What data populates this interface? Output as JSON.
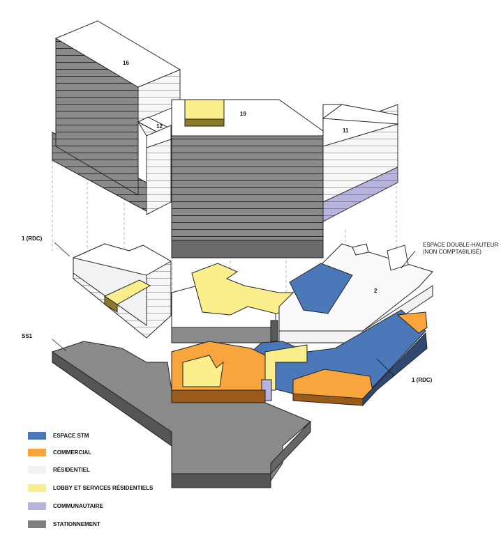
{
  "colors": {
    "stm": "#4a78b8",
    "commercial": "#f7a53c",
    "residential": "#f2f2f2",
    "lobby": "#fbef8d",
    "community": "#b6b4dd",
    "parking": "#7f7f7f"
  },
  "tower_labels": {
    "t16": "16",
    "t12": "12",
    "t19": "19",
    "t11": "11",
    "podium2": "2"
  },
  "annotations": {
    "rdc_left": "1 (RDC)",
    "ss1": "SS1",
    "rdc_right": "1 (RDC)",
    "double_height_line1": "ESPACE DOUBLE-HAUTEUR",
    "double_height_line2": "(NON COMPTABILISÉ)"
  },
  "legend": [
    {
      "label": "ESPACE STM",
      "color": "#4a78b8"
    },
    {
      "label": "COMMERCIAL",
      "color": "#f7a53c"
    },
    {
      "label": "RÉSIDENTIEL",
      "color": "#f2f2f2"
    },
    {
      "label": "LOBBY ET SERVICES RÉSIDENTIELS",
      "color": "#fbef8d"
    },
    {
      "label": "COMMUNAUTAIRE",
      "color": "#b6b4dd"
    },
    {
      "label": "STATIONNEMENT",
      "color": "#7f7f7f"
    }
  ]
}
